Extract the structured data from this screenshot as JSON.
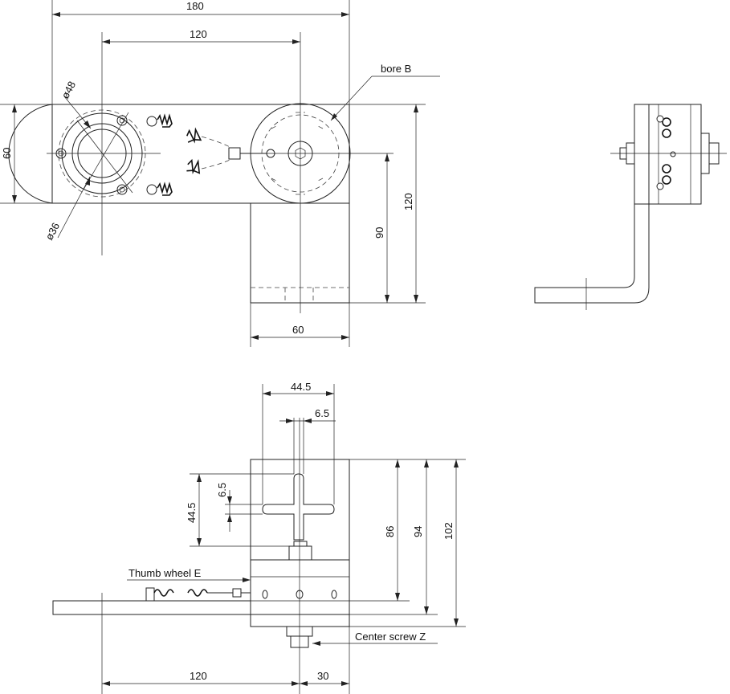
{
  "dimensions": {
    "d180": "180",
    "d120_top": "120",
    "d60_left": "60",
    "d120_right": "120",
    "d90": "90",
    "d60_bottom": "60",
    "d48": "ø48",
    "d36": "ø36",
    "d44_5_top": "44.5",
    "d6_5_top": "6.5",
    "d6_5_left": "6.5",
    "d44_5_left": "44.5",
    "d86": "86",
    "d94": "94",
    "d102": "102",
    "d120_bottom": "120",
    "d30": "30"
  },
  "labels": {
    "bore": "bore B",
    "thumb_wheel": "Thumb wheel E",
    "center_screw": "Center screw Z"
  }
}
